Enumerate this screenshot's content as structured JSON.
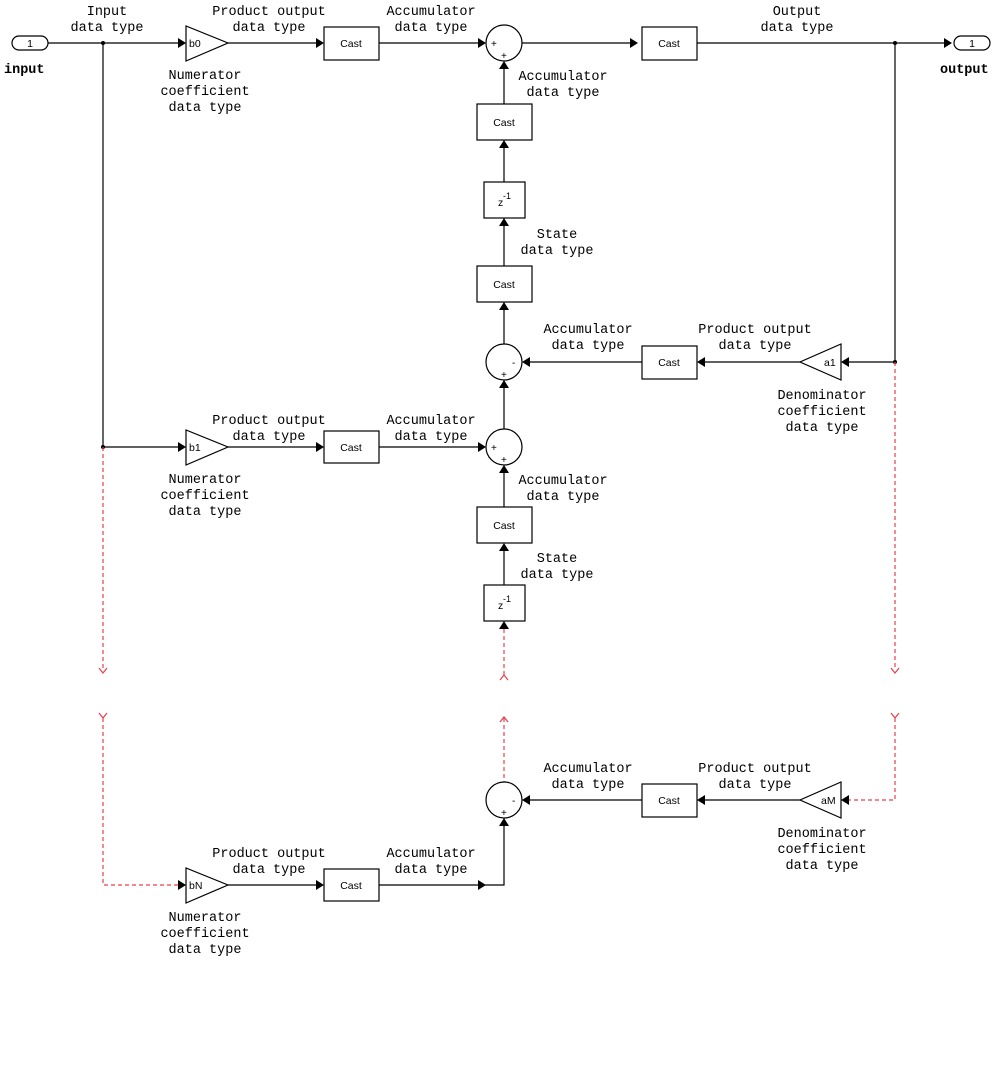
{
  "diagram": {
    "title": "IIR filter direct form II transposed data types",
    "ports": {
      "input": {
        "number": "1",
        "name": "input"
      },
      "output": {
        "number": "1",
        "name": "output"
      }
    },
    "labels": {
      "input_dt": [
        "Input",
        "data type"
      ],
      "output_dt": [
        "Output",
        "data type"
      ],
      "product_output": [
        "Product output",
        "data type"
      ],
      "accumulator": [
        "Accumulator",
        "data type"
      ],
      "state": [
        "State",
        "data type"
      ],
      "numerator_coeff": [
        "Numerator",
        "coefficient",
        "data type"
      ],
      "denominator_coeff": [
        "Denominator",
        "coefficient",
        "data type"
      ]
    },
    "blocks": {
      "cast": "Cast",
      "delay": "z",
      "delay_exp": "-1",
      "gain_b0": "b0",
      "gain_b1": "b1",
      "gain_bN": "bN",
      "gain_a1": "a1",
      "gain_aM": "aM",
      "plus": "+",
      "minus": "-"
    },
    "colors": {
      "wire": "#000000",
      "continuation": "#e8404a"
    }
  }
}
